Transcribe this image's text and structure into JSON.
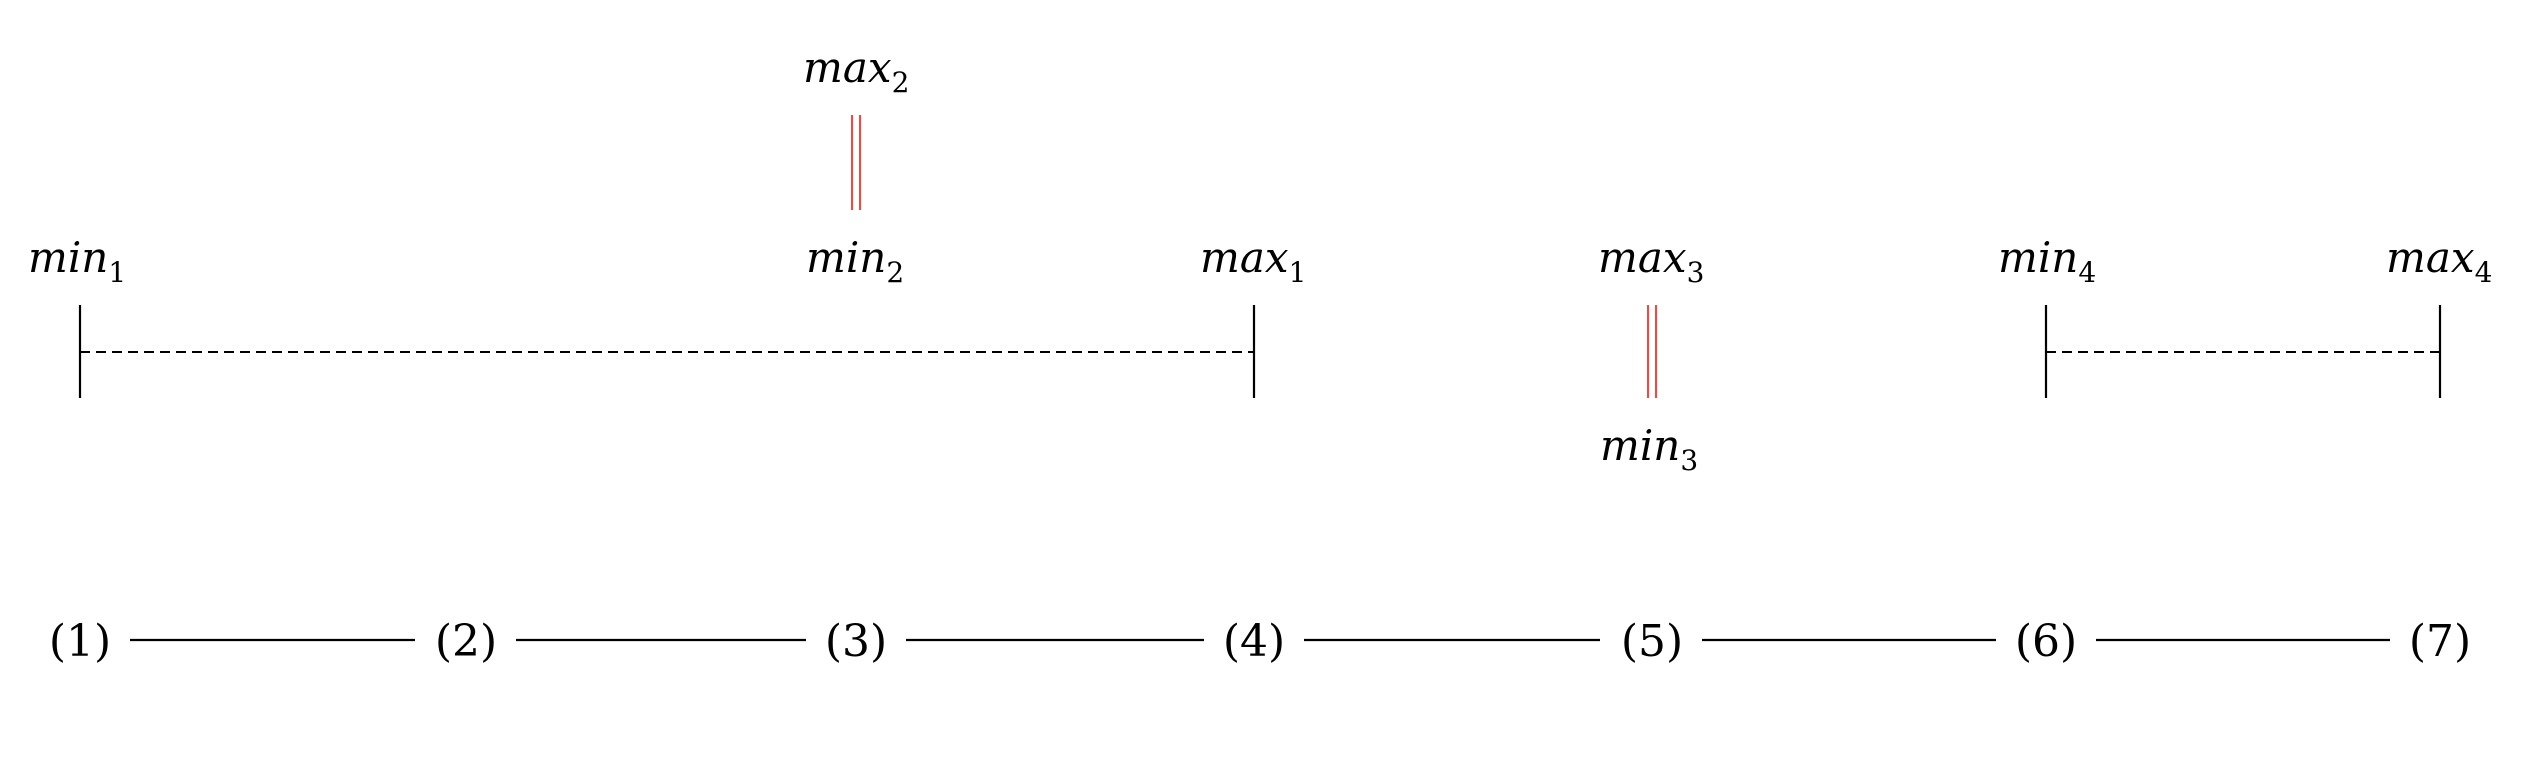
{
  "labels": {
    "min1": {
      "base": "min",
      "sub": "1"
    },
    "min2": {
      "base": "min",
      "sub": "2"
    },
    "max1": {
      "base": "max",
      "sub": "1"
    },
    "max2": {
      "base": "max",
      "sub": "2"
    },
    "max3": {
      "base": "max",
      "sub": "3"
    },
    "min3": {
      "base": "min",
      "sub": "3"
    },
    "min4": {
      "base": "min",
      "sub": "4"
    },
    "max4": {
      "base": "max",
      "sub": "4"
    }
  },
  "nodes": [
    "(1)",
    "(2)",
    "(3)",
    "(4)",
    "(5)",
    "(6)",
    "(7)"
  ],
  "colors": {
    "line": "#000000",
    "double_marker": "#d9534f"
  }
}
